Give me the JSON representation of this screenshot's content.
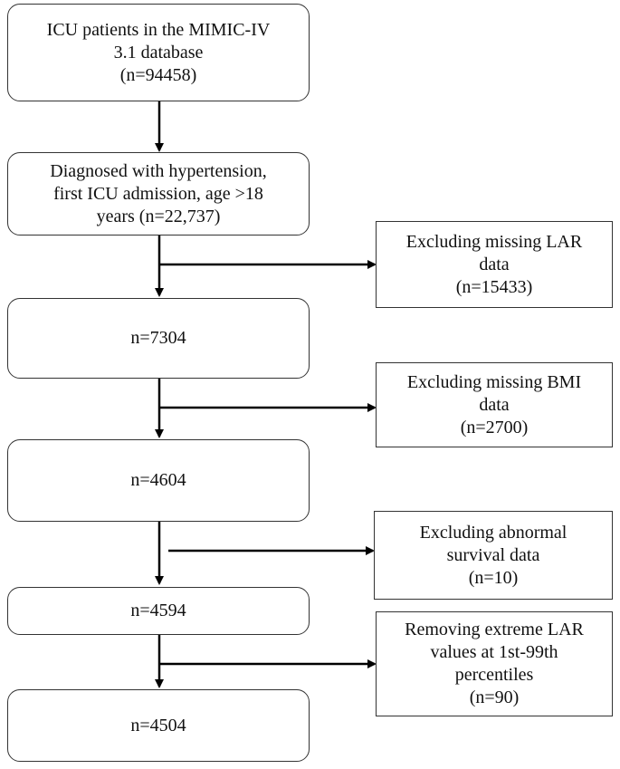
{
  "main_boxes": [
    {
      "lines": [
        "ICU patients in the MIMIC-IV",
        "3.1 database",
        "(n=94458)"
      ]
    },
    {
      "lines": [
        "Diagnosed with hypertension,",
        "first ICU admission, age >18",
        "years (n=22,737)"
      ]
    },
    {
      "lines": [
        "n=7304"
      ]
    },
    {
      "lines": [
        "n=4604"
      ]
    },
    {
      "lines": [
        "n=4594"
      ]
    },
    {
      "lines": [
        "n=4504"
      ]
    }
  ],
  "exclusion_boxes": [
    {
      "lines": [
        "Excluding missing LAR",
        "data",
        "(n=15433)"
      ]
    },
    {
      "lines": [
        "Excluding missing BMI",
        "data",
        "(n=2700)"
      ]
    },
    {
      "lines": [
        "Excluding abnormal",
        "survival data",
        "(n=10)"
      ]
    },
    {
      "lines": [
        "Removing extreme LAR",
        "values at 1st-99th",
        "percentiles",
        "(n=90)"
      ]
    }
  ]
}
